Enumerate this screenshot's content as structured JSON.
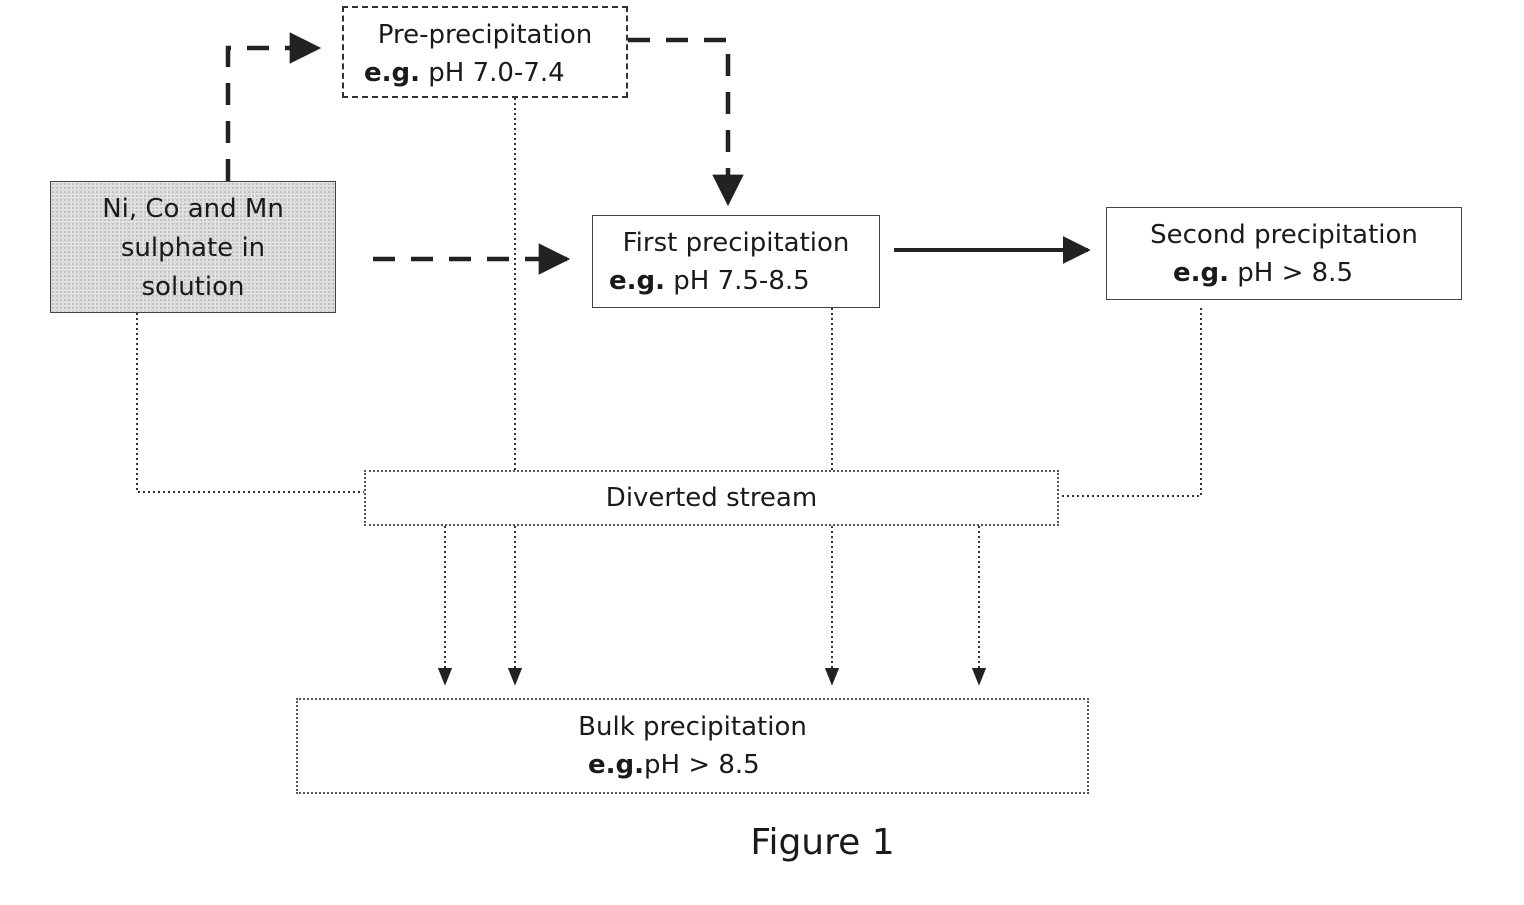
{
  "diagram": {
    "boxes": {
      "pre_precipitation": {
        "title": "Pre-precipitation",
        "eg": "e.g.",
        "condition": " pH 7.0-7.4"
      },
      "feed": {
        "line1": "Ni, Co and Mn",
        "line2": "sulphate in",
        "line3": "solution"
      },
      "first_precipitation": {
        "title": "First precipitation",
        "eg": "e.g.",
        "condition": " pH 7.5-8.5"
      },
      "second_precipitation": {
        "title": "Second precipitation",
        "eg": "e.g.",
        "condition": " pH > 8.5"
      },
      "diverted_stream": {
        "title": "Diverted stream"
      },
      "bulk_precipitation": {
        "title": "Bulk precipitation",
        "eg": "e.g.",
        "condition": "pH > 8.5"
      }
    },
    "caption": "Figure 1",
    "colors": {
      "line": "#222222",
      "feed_fill": "#d8d8d8"
    }
  }
}
